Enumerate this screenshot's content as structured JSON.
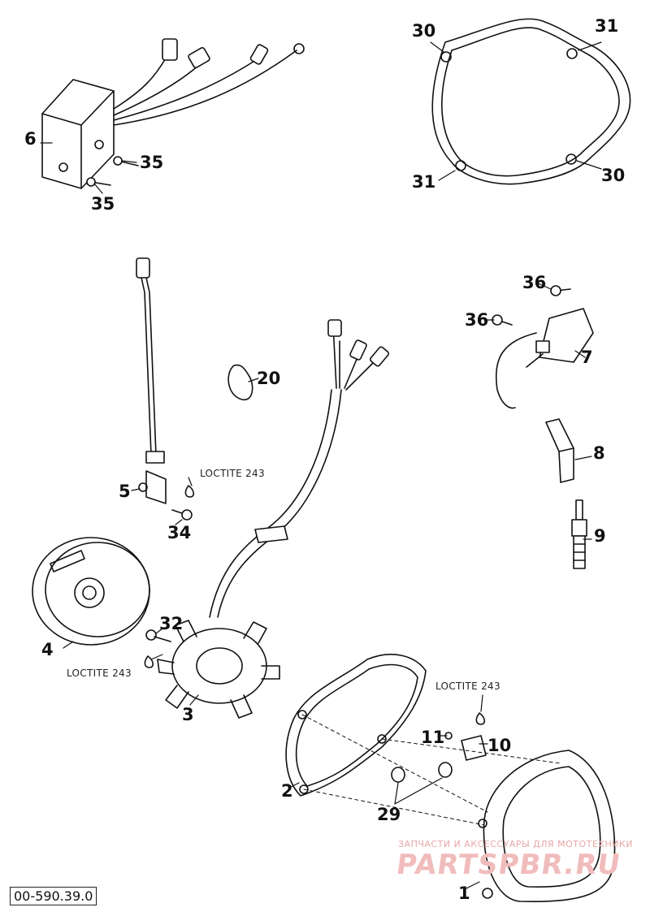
{
  "diagram": {
    "reference_code": "00-590.39.0",
    "watermark": {
      "caption": "ЗАПЧАСТИ И АКСЕССУАРЫ ДЛЯ МОТОТЕХНИКИ",
      "site": "PARTSPBR.RU"
    },
    "loctite_notes": [
      "LOCTITE 243",
      "LOCTITE 243",
      "LOCTITE 243"
    ],
    "callouts": [
      "30",
      "31",
      "31",
      "30",
      "6",
      "35",
      "35",
      "36",
      "36",
      "7",
      "20",
      "8",
      "5",
      "34",
      "9",
      "32",
      "4",
      "3",
      "11",
      "10",
      "2",
      "29",
      "1"
    ],
    "colors": {
      "line": "#111111",
      "watermark": "#e7a7a7"
    }
  }
}
